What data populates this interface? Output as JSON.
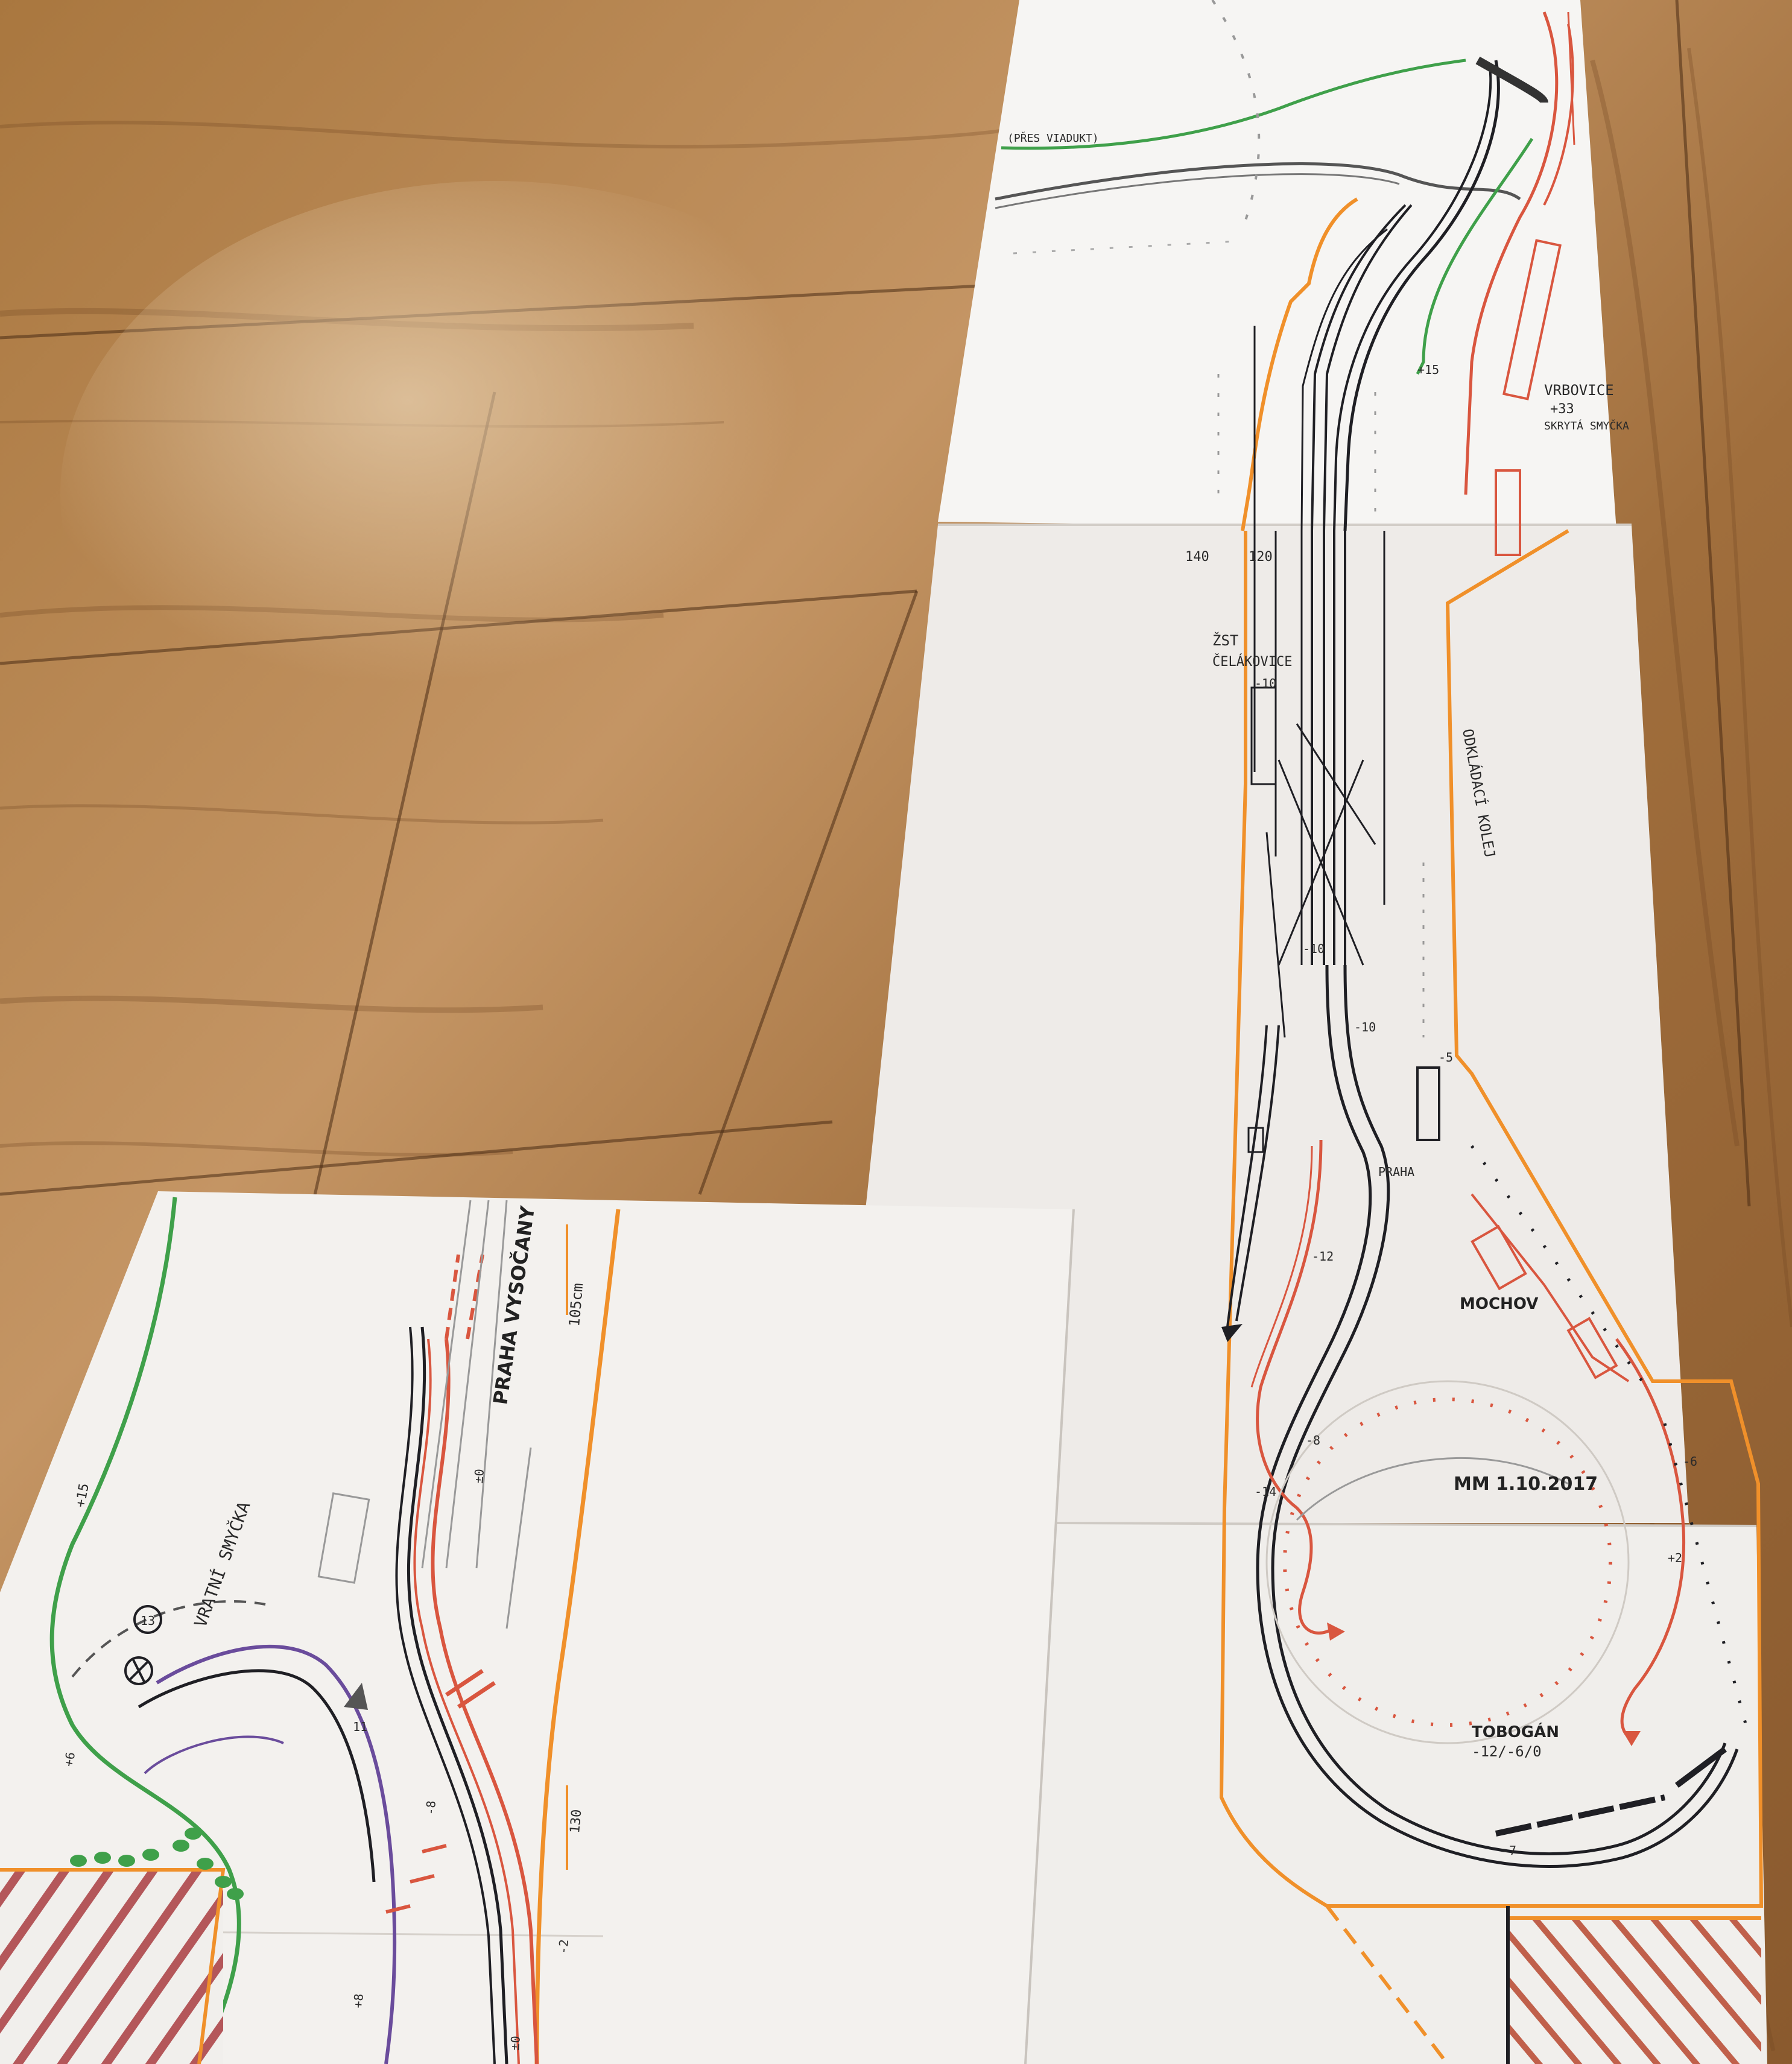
{
  "image": {
    "description_free": true
  },
  "colors": {
    "floor_light": "#b98a55",
    "floor_mid": "#9c6a3a",
    "floor_dark": "#7a4d27",
    "paper": "#f1efec",
    "paper_shadow": "#dedad5",
    "track_black": "#1f1f24",
    "track_red": "#d9563f",
    "border_orange": "#f0902a",
    "track_green": "#3fa04a",
    "track_purple": "#6a4c9c",
    "grey_pencil": "#8a8a8a"
  },
  "labels": {
    "zst_station": "ŽST",
    "zst_station_sub": "ČELÁKOVICE",
    "minus10_box": "-10",
    "praha": "PRAHA",
    "mochov": "MOCHOV",
    "mm_date": "MM 1.10.2017",
    "tobogan": "TOBOGÁN",
    "tobogan_levels": "-12/-6/0",
    "vrbovice": "VRBOVICE",
    "vrbovice_sub": "+33",
    "vrbovice_note": "SKRYTÁ SMYČKA",
    "praha_vysocany": "PRAHA VYSOČANY",
    "vratni_smycka": "VRATNÍ SMYČKA",
    "odkladaci": "ODKLÁDACÍ KOLEJ",
    "dim_140": "140",
    "dim_120": "120",
    "dim_105": "105cm",
    "dim_130": "130",
    "lvl_m12": "-12",
    "lvl_m14": "-14",
    "lvl_m8": "-8",
    "lvl_m7": "-7",
    "lvl_m6": "-6",
    "lvl_p2": "+2",
    "lvl_m5": "-5",
    "lvl_m10a": "-10",
    "lvl_m10b": "-10",
    "lvl_p15a": "+15",
    "lvl_p15b": "+15",
    "lvl_p6": "+6",
    "lvl_m2": "-2",
    "lvl_p8": "+8",
    "lvl_0a": "±0",
    "lvl_0b": "±0",
    "lvl_m8b": "-8",
    "num_13": "13",
    "num_11": "11",
    "green_note": "(PŘES VIADUKT)",
    "icon_compass": "compass-rose-icon"
  }
}
